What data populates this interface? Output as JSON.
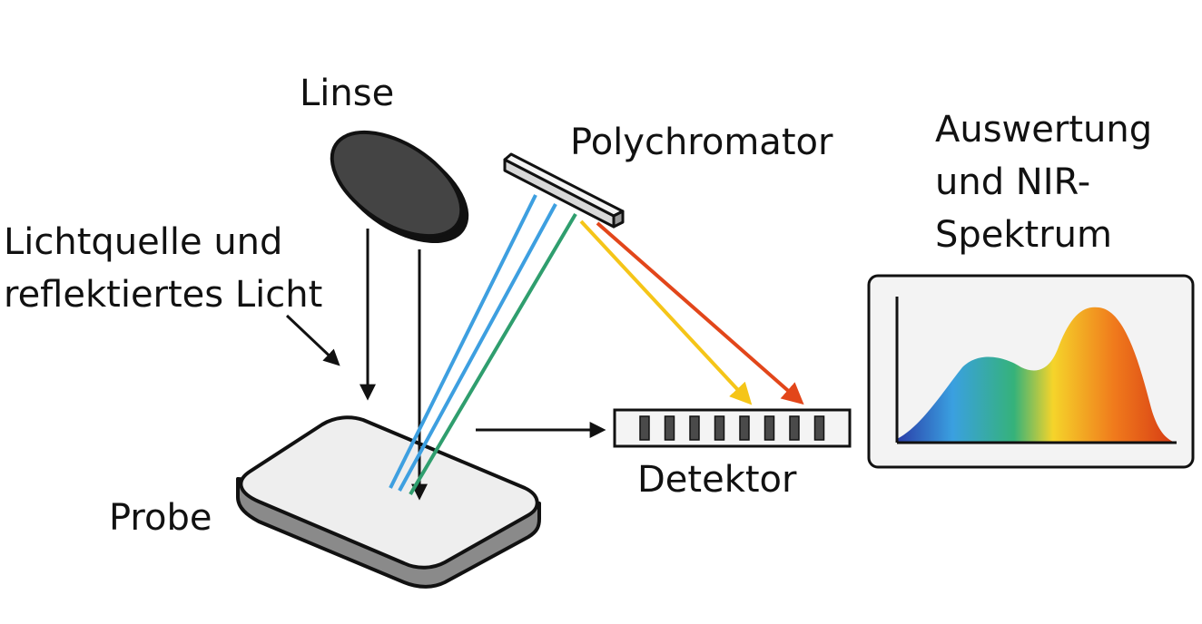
{
  "labels": {
    "lens": "Linse",
    "polychromator": "Polychromator",
    "light_source": [
      "Lichtquelle und",
      "reflektiertes Licht"
    ],
    "sample": "Probe",
    "detector": "Detektor",
    "evaluation": [
      "Auswertung",
      "und NIR-",
      "Spektrum"
    ]
  },
  "colors": {
    "beam_blue": "#3d9fe0",
    "beam_green": "#2f9e6e",
    "beam_yellow": "#f5c518",
    "beam_red": "#e2461a",
    "lens_fill": "#444444",
    "sample_top": "#eeeeee",
    "sample_side": "#888888",
    "outline": "#111111",
    "spectrum_gradient": [
      "#2a3da8",
      "#3aa0e0",
      "#35b27a",
      "#f5d42a",
      "#f07a1c",
      "#d63a14"
    ]
  },
  "detector": {
    "pixel_count": 8
  }
}
